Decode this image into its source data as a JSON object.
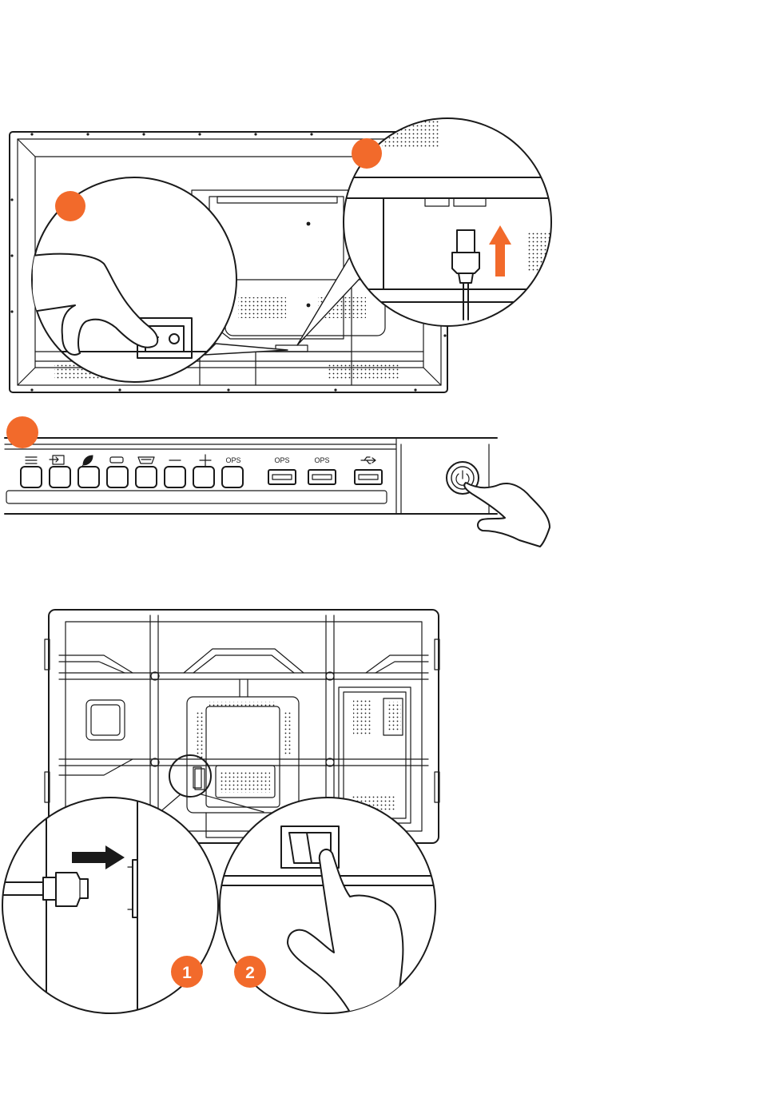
{
  "colors": {
    "accent": "#f26a2b",
    "line": "#1a1a1a",
    "background": "#ffffff"
  },
  "step1": {
    "callout_left": {
      "icon": "rocker-switch-icon",
      "action": "hand-press-icon"
    },
    "callout_right": {
      "icon": "power-cord-plug-icon",
      "action": "arrow-up-icon"
    }
  },
  "step2": {
    "ports": [
      {
        "icon": "menu-icon",
        "label": ""
      },
      {
        "icon": "input-source-icon",
        "label": ""
      },
      {
        "icon": "eco-leaf-icon",
        "label": ""
      },
      {
        "icon": "hdmi-icon",
        "label": ""
      },
      {
        "icon": "vga-icon",
        "label": ""
      },
      {
        "icon": "minus-icon",
        "label": ""
      },
      {
        "icon": "plus-icon",
        "label": ""
      },
      {
        "icon": "ops-icon",
        "label": "OPS"
      }
    ],
    "usb_ports": [
      {
        "label": "OPS"
      },
      {
        "label": "OPS"
      },
      {
        "icon": "usb-icon",
        "label": ""
      }
    ],
    "power_button": {
      "icon": "power-icon"
    }
  },
  "step3": {
    "badge1": "1",
    "badge2": "2",
    "callout_left": {
      "icon": "power-cord-plug-icon",
      "action": "arrow-right-icon"
    },
    "callout_right": {
      "icon": "rocker-switch-icon",
      "action": "hand-press-icon"
    }
  }
}
